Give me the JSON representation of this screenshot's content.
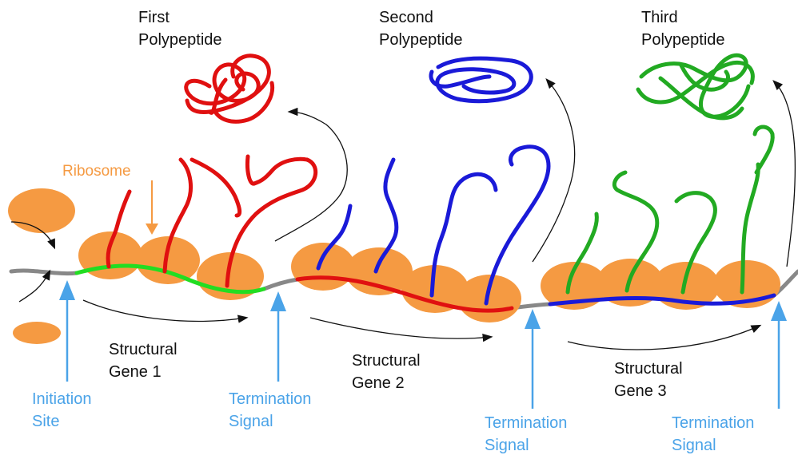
{
  "labels": {
    "first_polypeptide": [
      "First",
      "Polypeptide"
    ],
    "second_polypeptide": [
      "Second",
      "Polypeptide"
    ],
    "third_polypeptide": [
      "Third",
      "Polypeptide"
    ],
    "ribosome": "Ribosome",
    "gene1": [
      "Structural",
      "Gene 1"
    ],
    "gene2": [
      "Structural",
      "Gene 2"
    ],
    "gene3": [
      "Structural",
      "Gene 3"
    ],
    "initiation_site": [
      "Initiation",
      "Site"
    ],
    "termination1": [
      "Termination",
      "Signal"
    ],
    "termination2": [
      "Termination",
      "Signal"
    ],
    "termination3": [
      "Termination",
      "Signal"
    ]
  },
  "colors": {
    "ribosome": "#f59a42",
    "gene1_chain": "#e01010",
    "gene1_mrna": "#22dd22",
    "gene2_chain": "#1a1ad8",
    "gene2_mrna": "#e01010",
    "gene3_chain": "#22aa22",
    "gene3_mrna": "#1a1ad8",
    "mrna_spacer": "#888888",
    "signal_arrows": "#4aa3e8"
  }
}
